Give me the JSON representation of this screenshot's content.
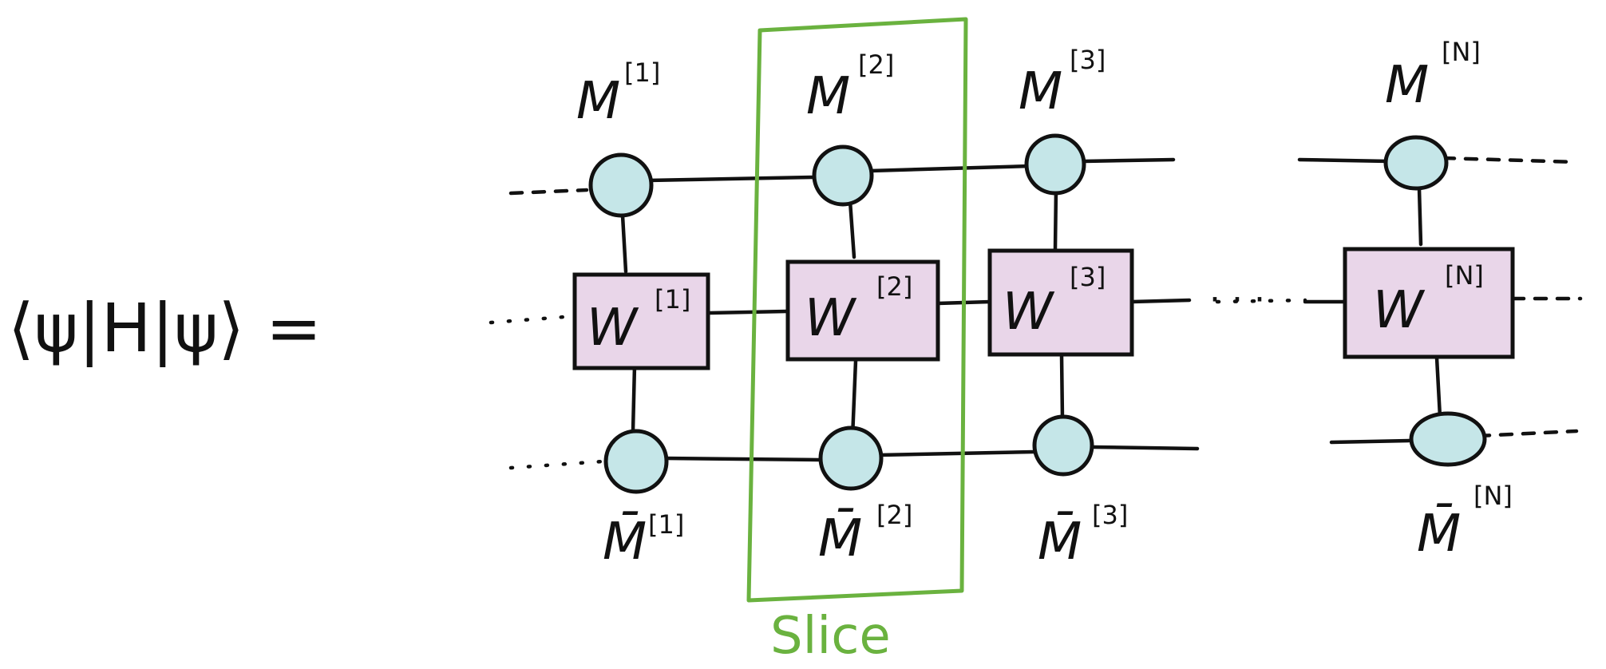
{
  "equation": {
    "lhs": "⟨ψ|H|ψ⟩ ="
  },
  "sites": [
    {
      "top_label": "M",
      "top_sup": "[1]",
      "mpo_label": "W",
      "mpo_sup": "[1]",
      "bottom_label": "M̄",
      "bottom_sup": "[1]"
    },
    {
      "top_label": "M",
      "top_sup": "[2]",
      "mpo_label": "W",
      "mpo_sup": "[2]",
      "bottom_label": "M̄",
      "bottom_sup": "[2]"
    },
    {
      "top_label": "M",
      "top_sup": "[3]",
      "mpo_label": "W",
      "mpo_sup": "[3]",
      "bottom_label": "M̄",
      "bottom_sup": "[3]"
    },
    {
      "top_label": "M",
      "top_sup": "[N]",
      "mpo_label": "W",
      "mpo_sup": "[N]",
      "bottom_label": "M̄",
      "bottom_sup": "[N]"
    }
  ],
  "slice": {
    "label": "Slice"
  },
  "ellipsis": "· · ·",
  "colors": {
    "node_fill": "#c5e6e8",
    "mpo_fill": "#e9d6e9",
    "slice_stroke": "#6ab23f",
    "ink": "#111111"
  }
}
